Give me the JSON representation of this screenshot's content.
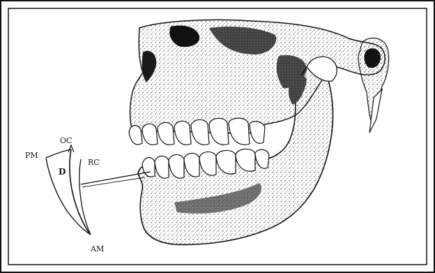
{
  "labels": {
    "oc": "OC",
    "pm": "PM",
    "rc": "RC",
    "d": "D",
    "am": "AM"
  },
  "colors": {
    "ink": "#111111",
    "bone": "#f7f7f4",
    "shadow": "#2a2a2a",
    "paper": "#ffffff"
  }
}
